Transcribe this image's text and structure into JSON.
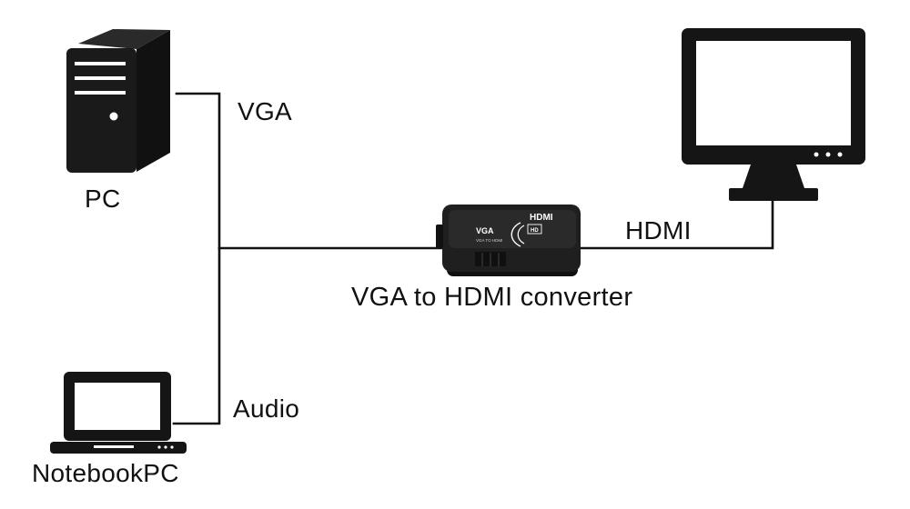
{
  "diagram": {
    "nodes": {
      "pc": {
        "label": "PC",
        "icon": "desktop-tower-icon"
      },
      "notebook": {
        "label": "NotebookPC",
        "icon": "laptop-icon"
      },
      "converter": {
        "label": "VGA to HDMI converter",
        "icon": "vga-to-hdmi-converter-icon",
        "device_text": {
          "brand": "HDMI",
          "input": "VGA",
          "model": "VGA TO HDMI",
          "badge": "HD"
        }
      },
      "monitor": {
        "label": "",
        "icon": "monitor-icon"
      }
    },
    "links": {
      "vga": "VGA",
      "audio": "Audio",
      "hdmi": "HDMI"
    },
    "colors": {
      "foreground": "#111111",
      "background": "#ffffff",
      "device_body": "#1f1f1f"
    }
  }
}
